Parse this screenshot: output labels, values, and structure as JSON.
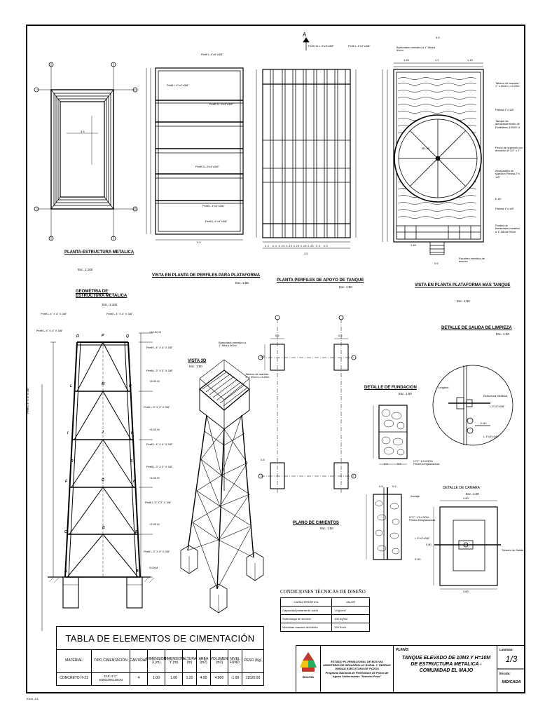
{
  "views": {
    "planta_estructura": {
      "title": "PLANTA-ESTRUCTURA METALICA",
      "scale": "Esc. 1:100",
      "dim_center": "3.5"
    },
    "vista_planta_perfiles": {
      "title": "VISTA EN PLANTA DE PERFILES PARA PLATAFORMA",
      "scale": "Esc. 1:50",
      "dim_bottom": "3.5",
      "callouts": [
        "Perfil L 4\"x4\"x3/8\"",
        "Perfil L 4\"x4\"x3/8\"",
        "Perfil 2L 4\"x4\"x3/8\"",
        "Perfil 2L 4\"x4\"x3/8\"",
        "Perfil L 4\"x4\"x3/8\"",
        "Perfil L 4\"x4\"x3/8\""
      ]
    },
    "planta_perfiles_apoyo": {
      "title": "PLANTA PERFILES DE APOYO DE TANQUE",
      "scale": "Esc. 1:50",
      "section": "A",
      "callouts": [
        "Perfil 11 L 3\"x3\"x3/8\"",
        "Perfil L 4\"x4\"x3/8\""
      ],
      "dim_bottom": "3.5",
      "bottom_dims": [
        "0.2",
        "0.4",
        "0.25",
        "0.25",
        "0.25",
        "0.25",
        "0.25",
        "0.4",
        "0.2"
      ]
    },
    "vista_planta_tanque": {
      "title": "VISTA EN PLANTA PLATAFORMA MAS TANQUE",
      "scale": "Esc. 1:50",
      "dim_top": "3.5",
      "dims_top": [
        "1.15",
        "1.2",
        "1.15"
      ],
      "dim_bottom": "1.45",
      "dim_diameter": "Ø2.35",
      "callouts": [
        "Barandado metalico a 1\" Altura 90cm",
        "Tablero de madera 1\" x 30cm L=3.20m",
        "Pletina 1\"x 1/8\"",
        "Tanque de almacenamiento de Polietileno 10000 Lt",
        "Perno de sujecion con arandela Ø 1/2\" x 2\"",
        "Abrazadera de sujecion Pletina 2\"x 1/8\"",
        "Pletina 1\"x 1/8\"",
        "Postes de barandado metalico a 1\" Altura 90cm",
        "Escalera metalica de acceso"
      ],
      "dim_small": "0.6",
      "section": "E-60"
    },
    "geometria": {
      "title": "GEOMETRIA DE ESTRUCTURA METALICA",
      "scale": "Esc. 1:100",
      "levels": [
        "+10.00 M",
        "+8.00 M",
        "+6.00 M",
        "+4.00 M",
        "+2.00 M",
        "0.00 M"
      ],
      "nodes": [
        "O",
        "P",
        "Q",
        "L",
        "M",
        "N",
        "I",
        "J",
        "K",
        "R",
        "S",
        "F",
        "G",
        "H",
        "C",
        "D",
        "E",
        "A",
        "B"
      ],
      "callouts": [
        "Perfil L 4\" X 4\" X 3/8\"",
        "Perfil L 4\" X 4\" X 3/8\"",
        "Perfil L 4\" X 4\" X 3/8\"",
        "Perfil L 4\" X 4\" X 3/8\"",
        "Perfil L 3\" X 3\" X 3/8\"",
        "Perfil L 3\" X 3\" X 3/8\"",
        "Perfil L 4\" X 4\" X 3/8\"",
        "Perfil L 3\" X 3\" X 3/8\"",
        "Perfil L 3\" X 3\" X 3/8\"",
        "Perfil L 3\" X 3\" X 3/8\""
      ],
      "side_label": "Perfil L 4\" X 4\" X 3/8\""
    },
    "vista_3d": {
      "title": "VISTA 3D",
      "scale": "Esc. 1:50",
      "callouts": [
        "Barandado metalico a 1\" Altura 90cm",
        "Tablero de madera 1\" x 30cm L=3.20m"
      ]
    },
    "plano_cimientos": {
      "title": "PLANO DE CIMIENTOS",
      "scale": "Esc. 1:50",
      "dims": [
        "0.5",
        "0.5",
        "0.5",
        "0.5"
      ]
    },
    "detalle_fundacion": {
      "title": "DETALLE DE FUNDACION",
      "scale": "Esc. 1:50",
      "note": "H°C° 1:3:4 50% Piedra Desplazadora",
      "dims": [
        "0.5",
        "0.5"
      ]
    },
    "detalle_salida": {
      "title": "DETALLE DE SALIDA DE LIMPIEZA",
      "scale": "Esc. 1:20",
      "callouts": [
        "Longitud",
        "Estructura Metalica",
        "L 3\"x3\"x3/8\"",
        "E-60",
        "L 3\"x3\"x3/8\""
      ]
    },
    "detalle_anclaje": {
      "callouts": [
        "Anclaje",
        "H°C° 1:3:4 50% Piedra Desplazadora",
        "L 3\"x3\"x3/8\"",
        "E-60"
      ],
      "dims": [
        "0.5",
        "0.5"
      ]
    },
    "detalle_camara": {
      "title": "DETALLE DE CAMARA",
      "scale": "Esc. 1:20",
      "dims": [
        "0.80",
        "0.80",
        "0.80"
      ],
      "callout": "Tuberia de Salida"
    }
  },
  "design_conditions": {
    "title": "CONDICIONES TÉCNICAS DE DISEÑO",
    "headers": [
      "CARACTERISTICA",
      "VALOR"
    ],
    "rows": [
      {
        "name": "Capacidad portante de suelo",
        "value": "1 Kg/cm2"
      },
      {
        "name": "Sobrecarga de servicio",
        "value": "100 Kg/m2"
      },
      {
        "name": "Velocidad maxima del viento",
        "value": "120 Km/h"
      }
    ]
  },
  "foundation_table": {
    "title": "TABLA DE ELEMENTOS DE CIMENTACIÓN",
    "headers": [
      "MATERIAL",
      "TIPO CIMENTACIÓN",
      "CANTIDAD",
      "DIMENSION X (m)",
      "DIMENSION Y (m)",
      "ALTURA (m)",
      "AREA (m2)",
      "VOLUMEN (m3)",
      "NIVEL FUND.",
      "PESO (Kg)"
    ],
    "row": [
      "CONCRETO H-21",
      "ZAP. H°C° 100X100X120CM",
      "4",
      "1.00",
      "1.00",
      "1.20",
      "4.00",
      "4.800",
      "-1.00",
      "11520.00"
    ]
  },
  "title_block": {
    "org_lines": [
      "ESTADO PLURINACIONAL DE BOLIVIA",
      "MINISTERIO DE DESARROLLO RURAL Y TIERRAS",
      "UNIDAD EJECUTORA DE POZOS",
      "Programa Nacional de Perforación de Pozos de",
      "Aguas Subterraneas \"Nuestro Pozo\""
    ],
    "logo_text": "BOLIVIA",
    "plano_label": "PLANO:",
    "plano_title": "TANQUE ELEVADO DE 10M3 Y H=10M DE ESTRUCTURA METALICA - COMUNIDAD EL MAJO",
    "laminas_label": "Laminas:",
    "laminas_value": "1/3",
    "escala_label": "Escala:",
    "escala_value": "INDICADA"
  },
  "footer_note": "Esca. 1/1",
  "colors": {
    "ink": "#000000",
    "logo_red": "#c0392b",
    "logo_yellow": "#f1c40f",
    "logo_green": "#27ae60"
  }
}
